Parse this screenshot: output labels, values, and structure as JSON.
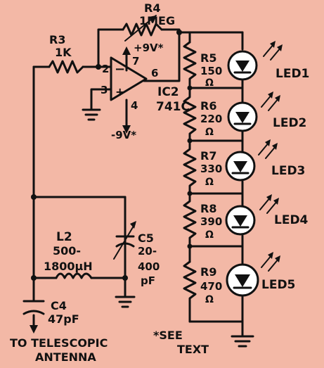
{
  "components": {
    "r4": {
      "ref": "R4",
      "value": "1MEG"
    },
    "r3": {
      "ref": "R3",
      "value": "1K"
    },
    "ic2": {
      "ref": "IC2",
      "part": "741C"
    },
    "pins": {
      "p2": "2",
      "p3": "3",
      "p4": "4",
      "p6": "6",
      "p7": "7"
    },
    "op_minus": "−",
    "op_plus": "+",
    "supply_pos": "+9V*",
    "supply_neg": "-9V*",
    "r5": {
      "ref": "R5",
      "value": "150",
      "unit": "Ω"
    },
    "r6": {
      "ref": "R6",
      "value": "220",
      "unit": "Ω"
    },
    "r7": {
      "ref": "R7",
      "value": "330",
      "unit": "Ω"
    },
    "r8": {
      "ref": "R8",
      "value": "390",
      "unit": "Ω"
    },
    "r9": {
      "ref": "R9",
      "value": "470",
      "unit": "Ω"
    },
    "led1": "LED1",
    "led2": "LED2",
    "led3": "LED3",
    "led4": "LED4",
    "led5": "LED5",
    "l2": {
      "ref": "L2",
      "value_line1": "500-",
      "value_line2": "1800µH"
    },
    "c5": {
      "ref": "C5",
      "value_line1": "20-",
      "value_line2": "400",
      "value_line3": "pF"
    },
    "c4": {
      "ref": "C4",
      "value": "47pF"
    }
  },
  "notes": {
    "antenna_line1": "TO TELESCOPIC",
    "antenna_line2": "ANTENNA",
    "see_line1": "*SEE",
    "see_line2": "TEXT"
  },
  "colors": {
    "background": "#f3b8a6",
    "ink": "#111111",
    "led_fill": "#ffffff"
  }
}
